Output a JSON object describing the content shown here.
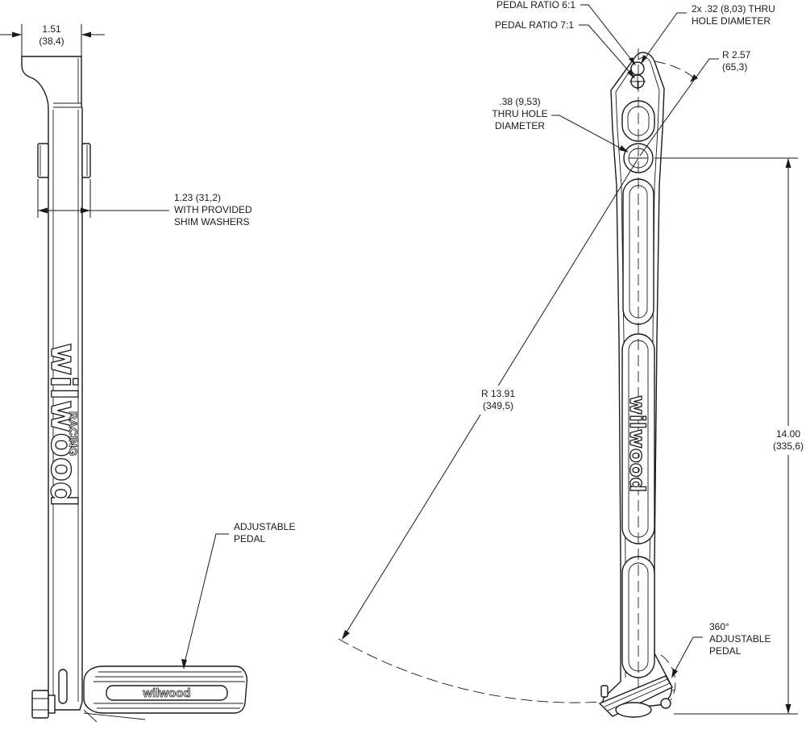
{
  "side_view": {
    "width_dim": {
      "line1": "1.51",
      "line2": "(38,4)"
    },
    "shim_dim": {
      "line1": "1.23 (31,2)",
      "line2": "WITH PROVIDED",
      "line3": "SHIM WASHERS"
    },
    "adjustable_pedal": {
      "line1": "ADJUSTABLE",
      "line2": "PEDAL"
    },
    "logo_text": "wilwood",
    "logo_sub": "RACING",
    "pedal_logo_text": "wilwood"
  },
  "front_view": {
    "ratio_6": "PEDAL RATIO 6:1",
    "ratio_7": "PEDAL RATIO 7:1",
    "thru_hole_small": {
      "line1": "2x .32 (8,03) THRU",
      "line2": "HOLE DIAMETER"
    },
    "radius_small": {
      "line1": "R 2.57",
      "line2": "(65,3)"
    },
    "thru_hole_large": {
      "line1": ".38 (9,53)",
      "line2": "THRU HOLE",
      "line3": "DIAMETER"
    },
    "radius_large": {
      "line1": "R 13.91",
      "line2": "(349,5)"
    },
    "length_dim": {
      "line1": "14.00",
      "line2": "(335,6)"
    },
    "adjustable_pedal": {
      "line1": "360°",
      "line2": "ADJUSTABLE",
      "line3": "PEDAL"
    },
    "logo_text": "wilwood"
  }
}
